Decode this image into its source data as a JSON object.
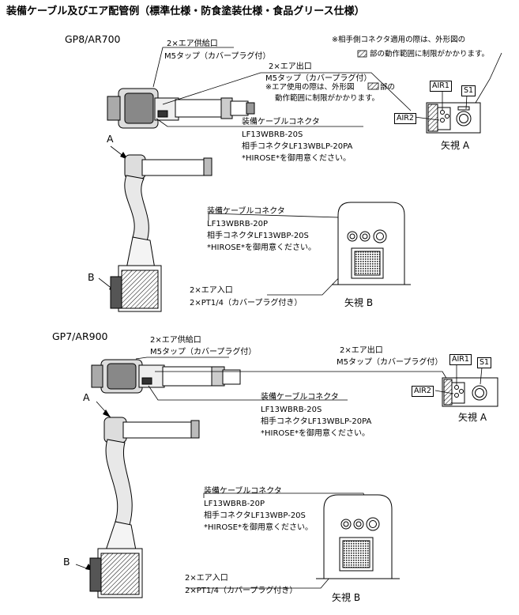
{
  "title": "装備ケーブル及びエア配管例（標準仕様・防食塗装仕様・食品グリース仕様）",
  "section1": {
    "model": "GP8/AR700",
    "air_supply_title": "2×エア供給口",
    "air_supply_spec": "M5タップ（カバープラグ付）",
    "note_top_1": "※相手側コネクタ適用の際は、外形図の",
    "note_top_2": "部の動作範囲に制限がかかります。",
    "air_out_title": "2×エア出口",
    "air_out_spec": "M5タップ（カバープラグ付）",
    "air_out_note_1": "※エア使用の際は、外形図",
    "air_out_note_1b": "部の",
    "air_out_note_2": "動作範囲に制限がかかります。",
    "cable_title": "装備ケーブルコネクタ",
    "cable_part": "LF13WBRB-20S",
    "cable_mate": "相手コネクタLF13WBLP-20PA",
    "cable_note": "*HIROSE*を御用意ください。",
    "tag_air1": "AIR1",
    "tag_air2": "AIR2",
    "tag_s1": "S1",
    "view_a": "矢視 A",
    "arrow_a": "A",
    "arrow_b": "B",
    "base_cable_title": "装備ケーブルコネクタ",
    "base_cable_part": "LF13WBRB-20P",
    "base_cable_mate": "相手コネクタLF13WBP-20S",
    "base_cable_note": "*HIROSE*を御用意ください。",
    "air_in_title": "2×エア入口",
    "air_in_spec": "2×PT1/4（カバープラグ付き）",
    "view_b": "矢視 B"
  },
  "section2": {
    "model": "GP7/AR900",
    "air_supply_title": "2×エア供給口",
    "air_supply_spec": "M5タップ（カバープラグ付）",
    "air_out_title": "2×エア出口",
    "air_out_spec": "M5タップ（カバープラグ付）",
    "cable_title": "装備ケーブルコネクタ",
    "cable_part": "LF13WBRB-20S",
    "cable_mate": "相手コネクタLF13WBLP-20PA",
    "cable_note": "*HIROSE*を御用意ください。",
    "tag_air1": "AIR1",
    "tag_air2": "AIR2",
    "tag_s1": "S1",
    "view_a": "矢視 A",
    "arrow_a": "A",
    "arrow_b": "B",
    "base_cable_title": "装備ケーブルコネクタ",
    "base_cable_part": "LF13WBRB-20P",
    "base_cable_mate": "相手コネクタLF13WBP-20S",
    "base_cable_note": "*HIROSE*を御用意ください。",
    "air_in_title": "2×エア入口",
    "air_in_spec": "2×PT1/4（カバープラグ付き）",
    "view_b": "矢視 B"
  }
}
